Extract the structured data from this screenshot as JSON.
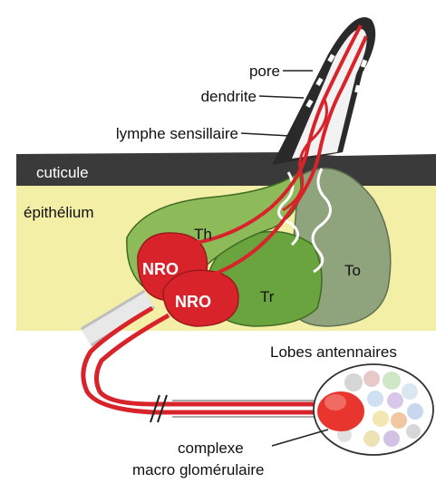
{
  "labels": {
    "pore": "pore",
    "dendrite": "dendrite",
    "lymph": "lymphe sensillaire",
    "cuticle": "cuticule",
    "epithelium": "épithélium",
    "th": "Th",
    "to": "To",
    "tr": "Tr",
    "nro_top": "NRO",
    "nro_bottom": "NRO",
    "lobes": "Lobes antennaires",
    "complex_line1": "complexe",
    "complex_line2": "macro glomérulaire"
  },
  "colors": {
    "cuticle": "#3a3a3a",
    "epithelium": "#f4efa6",
    "neuron": "#d8232a",
    "th_green": "#8dbb5a",
    "tr_green": "#6aa43e",
    "to_grey_green": "#8fa37c",
    "axon_sheath": "#d9d9d9"
  }
}
